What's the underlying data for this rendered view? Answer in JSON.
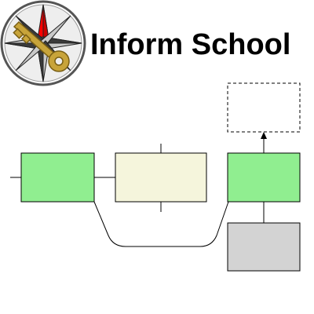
{
  "header": {
    "brand_name": "Inform School",
    "logo": {
      "icon": "compass-star-key-logo",
      "colors": {
        "star_accent": "#ff0000",
        "star_dark": "#333333",
        "star_light": "#c8c8c8",
        "key": "#c8a43a",
        "ring": "#555555"
      }
    }
  },
  "diagram": {
    "colors": {
      "green_block": "#90ee90",
      "beige_block": "#f5f5dc",
      "gray_block": "#d3d3d3",
      "dashed_block_fill": "#ffffff",
      "stroke": "#000000"
    },
    "blocks": [
      {
        "id": "left-green",
        "style": "solid",
        "fill": "green_block"
      },
      {
        "id": "middle-beige",
        "style": "solid",
        "fill": "beige_block"
      },
      {
        "id": "right-green",
        "style": "solid",
        "fill": "green_block"
      },
      {
        "id": "bottom-gray",
        "style": "solid",
        "fill": "gray_block"
      },
      {
        "id": "top-dashed",
        "style": "dashed",
        "fill": "dashed_block_fill"
      }
    ],
    "connections": [
      {
        "from": "left-green",
        "to": "middle-beige",
        "type": "line"
      },
      {
        "from": "left-green",
        "to": "right-green",
        "type": "curved-line"
      },
      {
        "from": "right-green",
        "to": "top-dashed",
        "type": "arrow"
      },
      {
        "from": "right-green",
        "to": "bottom-gray",
        "type": "line"
      }
    ]
  }
}
